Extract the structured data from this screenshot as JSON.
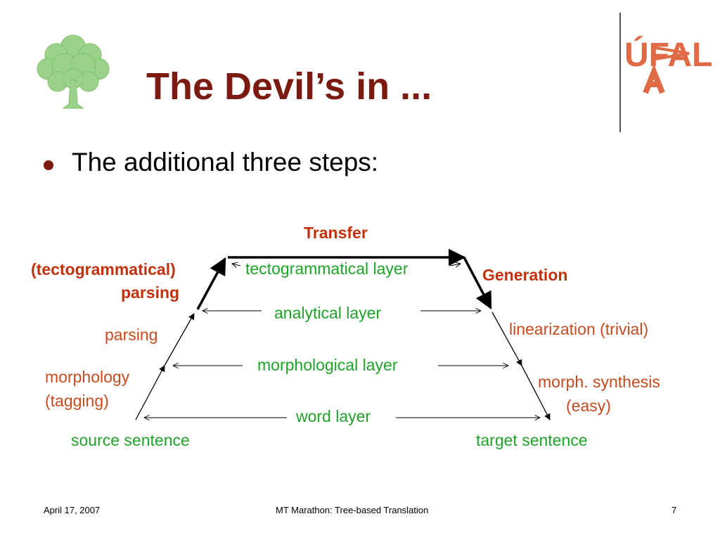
{
  "slide": {
    "title": "The Devil’s in ...",
    "bullet": "The additional three steps:",
    "logo_text": "ÚFAL"
  },
  "diagram": {
    "top_label": "Transfer",
    "left_top_label_1": "(tectogrammatical)",
    "left_top_label_2": "parsing",
    "right_top_label": "Generation",
    "layers": {
      "tecto": "tectogrammatical layer",
      "analytical": "analytical layer",
      "morphological": "morphological layer",
      "word": "word layer"
    },
    "left_steps": {
      "parsing": "parsing",
      "morphology": "morphology",
      "tagging": "(tagging)",
      "source": "source sentence"
    },
    "right_steps": {
      "linearization": "linearization (trivial)",
      "synthesis": "morph. synthesis",
      "easy": "(easy)",
      "target": "target sentence"
    }
  },
  "footer": {
    "date": "April 17, 2007",
    "center": "MT Marathon: Tree-based Translation",
    "page": "7"
  },
  "colors": {
    "title": "#7a1a10",
    "green": "#1fa329",
    "rust": "#c84a1e",
    "logo": "#e06a45",
    "tree": "#8fcf7a"
  }
}
